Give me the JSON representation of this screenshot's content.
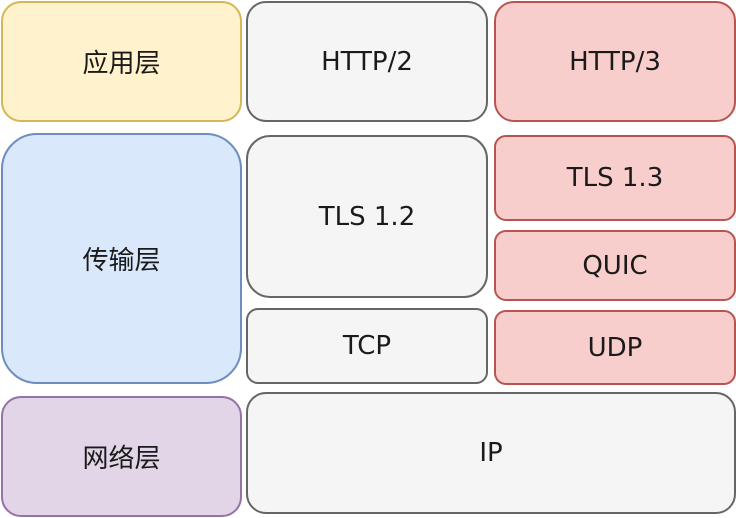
{
  "layers": {
    "application": "应用层",
    "transport": "传输层",
    "network": "网络层"
  },
  "http2_stack": {
    "app": "HTTP/2",
    "tls": "TLS 1.2",
    "tcp": "TCP"
  },
  "http3_stack": {
    "app": "HTTP/3",
    "tls": "TLS 1.3",
    "quic": "QUIC",
    "udp": "UDP"
  },
  "shared": {
    "ip": "IP"
  },
  "colors": {
    "app_fill": "#fff2cc",
    "app_stroke": "#d6b656",
    "transport_fill": "#dae8fc",
    "transport_stroke": "#6c8ebf",
    "network_fill": "#e1d5e7",
    "network_stroke": "#9673a6",
    "gray_fill": "#f5f5f5",
    "gray_stroke": "#666666",
    "red_fill": "#f8cecc",
    "red_stroke": "#b85450"
  }
}
